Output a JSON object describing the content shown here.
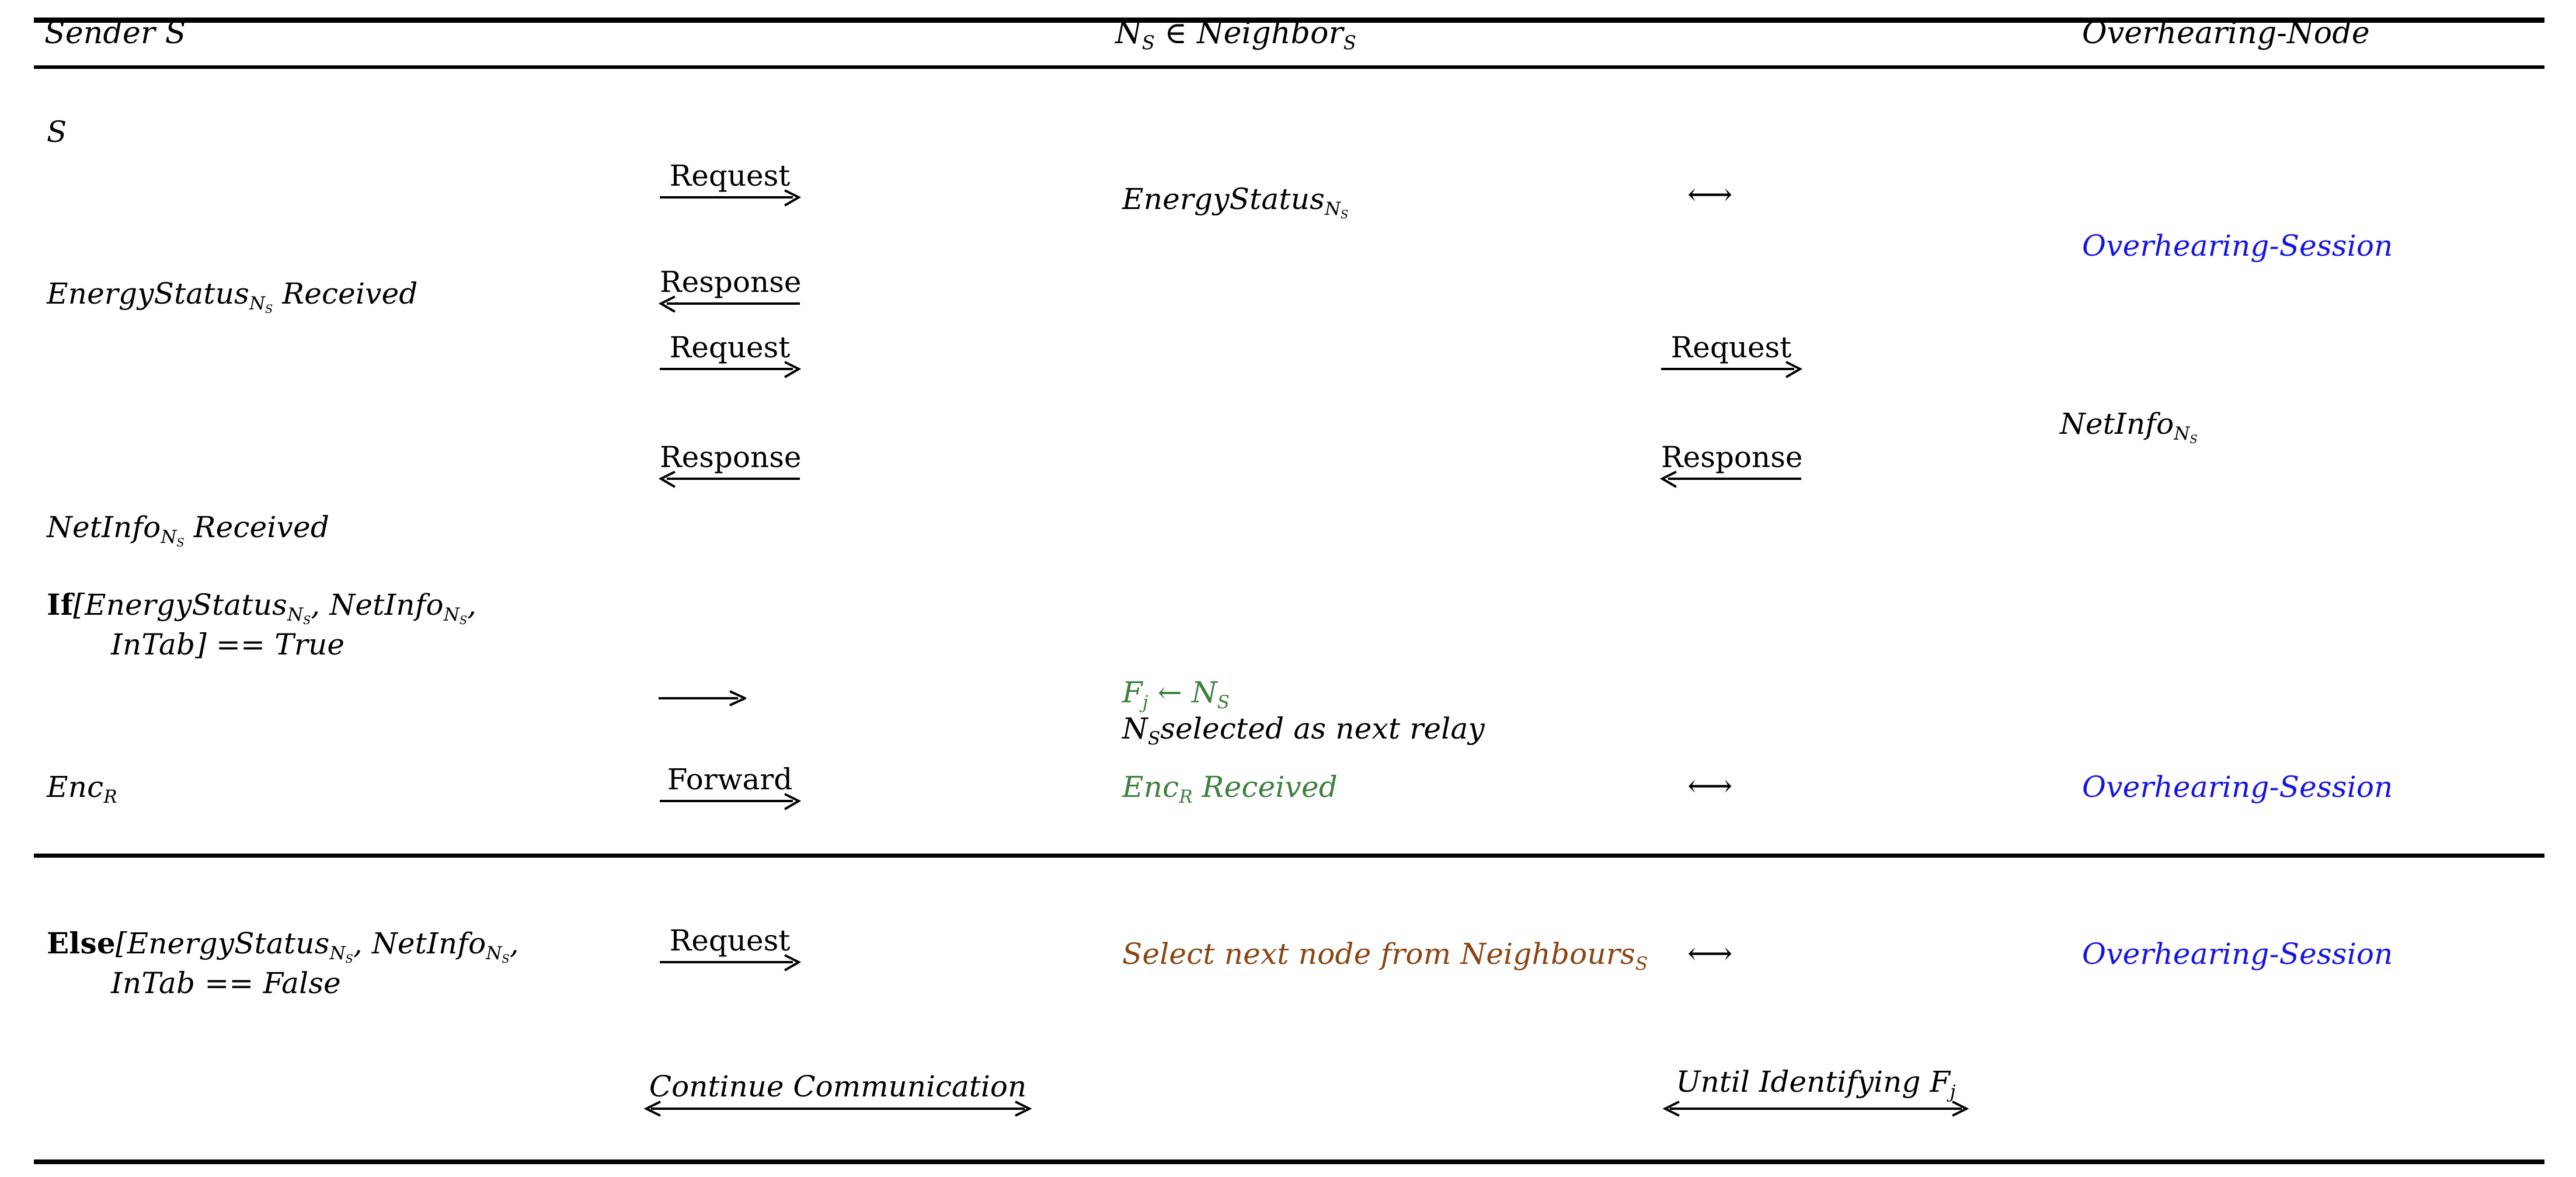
{
  "diagram": {
    "title": "Overhearing-based relay selection protocol sequence",
    "colors": {
      "blue": "#1414e6",
      "green": "#3f7f3f",
      "brown": "#8a4513",
      "red": "#ff0000",
      "black": "#000000"
    },
    "columns": [
      {
        "id": "sender",
        "header": "Sender S"
      },
      {
        "id": "neighbor",
        "header_plain": "NS ∈ NeighborsS",
        "header_parts": {
          "n": "N",
          "n_sub": "S",
          "mid": " ∈ Neighbor",
          "tail_sub": "S"
        }
      },
      {
        "id": "overhearing",
        "header": "Overhearing-Node"
      }
    ],
    "left_column": {
      "sender_label": "S",
      "energy_received": {
        "base": "EnergyStatus",
        "sub": "N",
        "sub2": "S",
        "suffix": " Received"
      },
      "netinfo_received": {
        "base": "NetInfo",
        "sub": "N",
        "sub2": "S",
        "suffix": " Received"
      },
      "if_block": {
        "keyword": "If",
        "line1": "[EnergyStatus",
        "line1_sub": "NS",
        "line1_mid": ", NetInfo",
        "line1_sub2": "NS",
        "line1_end": ",",
        "line2_pre": "InTab] == ",
        "line2_value": "True"
      },
      "enc": {
        "base": "Enc",
        "sub": "R"
      },
      "else_block": {
        "keyword": "Else",
        "line1": "[EnergyStatus",
        "line1_sub": "NS",
        "line1_mid": ", NetInfo",
        "line1_sub2": "NS",
        "line1_end": ",",
        "line2_pre": "InTab == ",
        "line2_value": "False"
      }
    },
    "middle_column": {
      "energy_status": {
        "base": "EnergyStatus",
        "sub": "N",
        "sub2": "S"
      },
      "relay_assign": {
        "text": "Fj ← NS",
        "f": "F",
        "f_sub": "j",
        "arrow": " ← ",
        "n": "N",
        "n_sub": "S"
      },
      "relay_note": {
        "n": "N",
        "n_sub": "S",
        "rest": "selected as next relay"
      },
      "enc_received": {
        "base": "Enc",
        "sub": "R",
        "suffix": " Received"
      },
      "select_next": {
        "text": "Select next node from Neighbours",
        "sub": "S"
      }
    },
    "right_column": {
      "netinfo": {
        "base": "NetInfo",
        "sub": "N",
        "sub2": "S"
      },
      "overhearing_session_1": "Overhearing-Session",
      "overhearing_session_2": "Overhearing-Session",
      "overhearing_session_3": "Overhearing-Session"
    },
    "arrows": [
      {
        "id": "req-1",
        "label": "Request",
        "dir": "right",
        "lane": "sender-neighbor"
      },
      {
        "id": "resp-1",
        "label": "Response",
        "dir": "left",
        "lane": "sender-neighbor"
      },
      {
        "id": "req-2",
        "label": "Request",
        "dir": "right",
        "lane": "sender-neighbor"
      },
      {
        "id": "resp-2",
        "label": "Response",
        "dir": "left",
        "lane": "sender-neighbor"
      },
      {
        "id": "req-3",
        "label": "Request",
        "dir": "right",
        "lane": "neighbor-overhear"
      },
      {
        "id": "resp-3",
        "label": "Response",
        "dir": "left",
        "lane": "neighbor-overhear"
      },
      {
        "id": "plain-1",
        "label": "",
        "dir": "right",
        "lane": "sender-neighbor"
      },
      {
        "id": "fwd-1",
        "label": "Forward",
        "dir": "right",
        "lane": "sender-neighbor"
      },
      {
        "id": "req-4",
        "label": "Request",
        "dir": "right",
        "lane": "sender-neighbor"
      },
      {
        "id": "cont-1",
        "label": "Continue Communication",
        "dir": "both",
        "lane": "sender-neighbor"
      },
      {
        "id": "until-1",
        "label_text": "Until Identifying F",
        "label_sub": "j",
        "dir": "both",
        "lane": "neighbor-overhear"
      }
    ],
    "bidir_markers": [
      {
        "id": "bidir-1",
        "glyph": "⟷"
      },
      {
        "id": "bidir-2",
        "glyph": "⟷"
      },
      {
        "id": "bidir-3",
        "glyph": "⟷"
      }
    ]
  }
}
